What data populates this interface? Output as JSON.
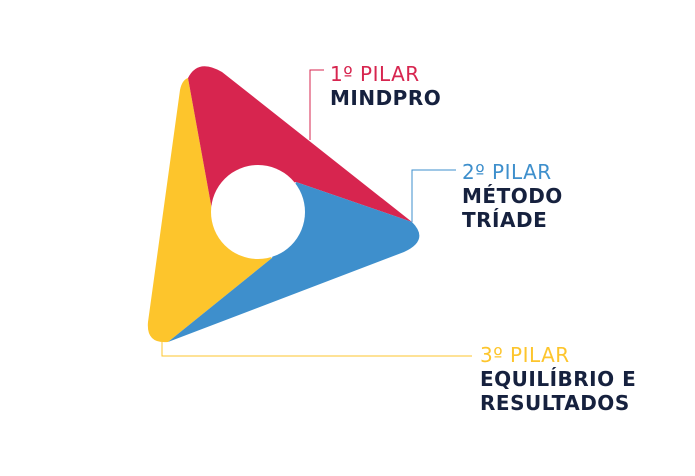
{
  "colors": {
    "pillar1": "#d7254f",
    "pillar2": "#3e8fcc",
    "pillar3": "#fdc52c",
    "title_text": "#16213e"
  },
  "pillars": [
    {
      "kicker": "1º PILAR",
      "name_lines": [
        "MINDPRO"
      ]
    },
    {
      "kicker": "2º PILAR",
      "name_lines": [
        "MÉTODO",
        "TRÍADE"
      ]
    },
    {
      "kicker": "3º PILAR",
      "name_lines": [
        "EQUILÍBRIO E",
        "RESULTADOS"
      ]
    }
  ]
}
